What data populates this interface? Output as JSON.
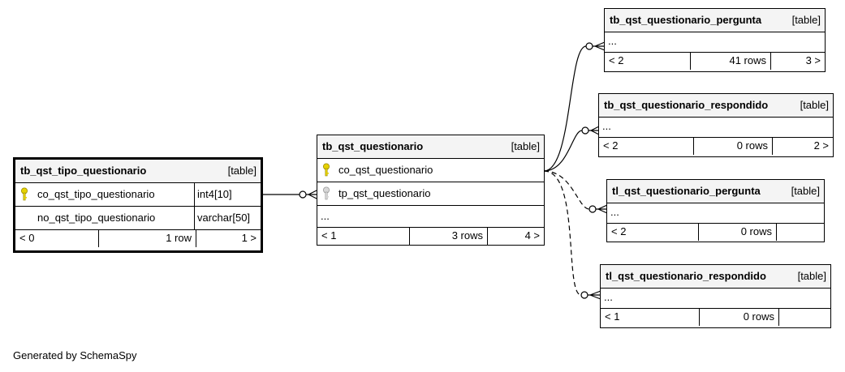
{
  "tables": {
    "tipo": {
      "name": "tb_qst_tipo_questionario",
      "kind": "[table]",
      "columns": [
        {
          "name": "co_qst_tipo_questionario",
          "type": "int4[10]",
          "key": "primary"
        },
        {
          "name": "no_qst_tipo_questionario",
          "type": "varchar[50]",
          "key": "none"
        }
      ],
      "footer": {
        "parents": "< 0",
        "rows": "1 row",
        "children": "1 >"
      }
    },
    "questionario": {
      "name": "tb_qst_questionario",
      "kind": "[table]",
      "columns": [
        {
          "name": "co_qst_questionario",
          "key": "primary"
        },
        {
          "name": "tp_qst_questionario",
          "key": "foreign"
        }
      ],
      "ellipsis": "...",
      "footer": {
        "parents": "< 1",
        "rows": "3 rows",
        "children": "4 >"
      }
    },
    "pergunta": {
      "name": "tb_qst_questionario_pergunta",
      "kind": "[table]",
      "ellipsis": "...",
      "footer": {
        "parents": "< 2",
        "rows": "41 rows",
        "children": "3 >"
      }
    },
    "respondido": {
      "name": "tb_qst_questionario_respondido",
      "kind": "[table]",
      "ellipsis": "...",
      "footer": {
        "parents": "< 2",
        "rows": "0 rows",
        "children": "2 >"
      }
    },
    "tl_pergunta": {
      "name": "tl_qst_questionario_pergunta",
      "kind": "[table]",
      "ellipsis": "...",
      "footer": {
        "parents": "< 2",
        "rows": "0 rows",
        "children": ""
      }
    },
    "tl_respondido": {
      "name": "tl_qst_questionario_respondido",
      "kind": "[table]",
      "ellipsis": "...",
      "footer": {
        "parents": "< 1",
        "rows": "0 rows",
        "children": ""
      }
    }
  },
  "relationships": [
    {
      "from": "tb_qst_tipo_questionario",
      "to": "tb_qst_questionario",
      "style": "solid"
    },
    {
      "from": "tb_qst_questionario",
      "to": "tb_qst_questionario_pergunta",
      "style": "solid"
    },
    {
      "from": "tb_qst_questionario",
      "to": "tb_qst_questionario_respondido",
      "style": "solid"
    },
    {
      "from": "tb_qst_questionario",
      "to": "tl_qst_questionario_pergunta",
      "style": "dashed"
    },
    {
      "from": "tb_qst_questionario",
      "to": "tl_qst_questionario_respondido",
      "style": "dashed"
    }
  ],
  "colors": {
    "primary_key": "#e6d200",
    "foreign_key": "#c8c8c8",
    "header_bg": "#f4f4f4"
  },
  "generated_by": "Generated by SchemaSpy"
}
